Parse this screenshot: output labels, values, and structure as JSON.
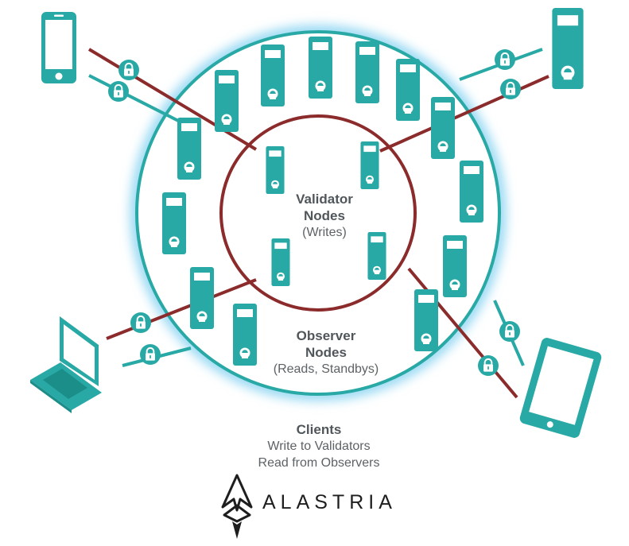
{
  "validator": {
    "title_line1": "Validator",
    "title_line2": "Nodes",
    "subtitle": "(Writes)"
  },
  "observer": {
    "title_line1": "Observer",
    "title_line2": "Nodes",
    "subtitle": "(Reads, Standbys)"
  },
  "clients": {
    "title": "Clients",
    "line1": "Write to Validators",
    "line2": "Read from Observers"
  },
  "logo": {
    "text": "ALASTRIA"
  },
  "colors": {
    "teal": "#29a9a5",
    "teal_dark": "#1b8e8a",
    "dark_red": "#8b2b2b",
    "outer_glow": "#8fd6f2",
    "inner_glow": "#f3a3a3",
    "text": "#555a5e"
  },
  "icons": {
    "server": "server-icon",
    "lock": "lock-icon",
    "phone": "smartphone-icon",
    "laptop": "laptop-icon",
    "tablet": "tablet-icon"
  }
}
